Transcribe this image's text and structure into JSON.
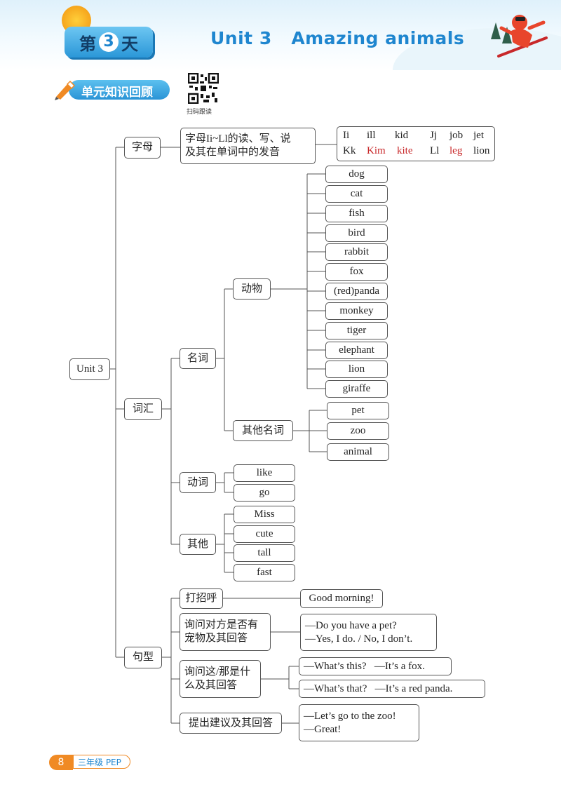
{
  "header": {
    "day_prefix": "第",
    "day_number": "3",
    "day_suffix": "天",
    "unit_title": "Unit 3   Amazing animals"
  },
  "section": {
    "title": "单元知识回顾",
    "qr_caption": "扫码跟读"
  },
  "mindmap": {
    "root": "Unit 3",
    "letters_branch": {
      "label": "字母",
      "description_line1": "字母Ii~Ll的读、写、说",
      "description_line2": "及其在单词中的发音",
      "row1": [
        "Ii",
        "ill",
        "kid",
        "Jj",
        "job",
        "jet"
      ],
      "row2": [
        "Kk",
        "Kim",
        "kite",
        "Ll",
        "leg",
        "lion"
      ]
    },
    "vocab_branch": {
      "label": "词汇",
      "nouns": {
        "label": "名词",
        "animals_label": "动物",
        "animals": [
          "dog",
          "cat",
          "fish",
          "bird",
          "rabbit",
          "fox",
          "(red)panda",
          "monkey",
          "tiger",
          "elephant",
          "lion",
          "giraffe"
        ],
        "other_label": "其他名词",
        "other": [
          "pet",
          "zoo",
          "animal"
        ]
      },
      "verbs": {
        "label": "动词",
        "items": [
          "like",
          "go"
        ]
      },
      "others": {
        "label": "其他",
        "items": [
          "Miss",
          "cute",
          "tall",
          "fast"
        ]
      }
    },
    "sentences_branch": {
      "label": "句型",
      "greeting": {
        "label": "打招呼",
        "lines": [
          "Good morning!"
        ]
      },
      "pet": {
        "label_line1": "询问对方是否有",
        "label_line2": "宠物及其回答",
        "lines": [
          "—Do you have a pet?",
          "—Yes, I do. / No, I don’t."
        ]
      },
      "what": {
        "label_line1": "询问这/那是什",
        "label_line2": "么及其回答",
        "line1": "—What’s this?   —It’s a fox.",
        "line2": "—What’s that?   —It’s a red panda."
      },
      "suggest": {
        "label": "提出建议及其回答",
        "lines": [
          "—Let’s go to the zoo!",
          "—Great!"
        ]
      }
    }
  },
  "footer": {
    "page_number": "8",
    "grade": "三年级 PEP"
  },
  "colors": {
    "accent_blue": "#1f86cf",
    "accent_orange": "#f08a24",
    "highlight_red": "#c8282a"
  }
}
